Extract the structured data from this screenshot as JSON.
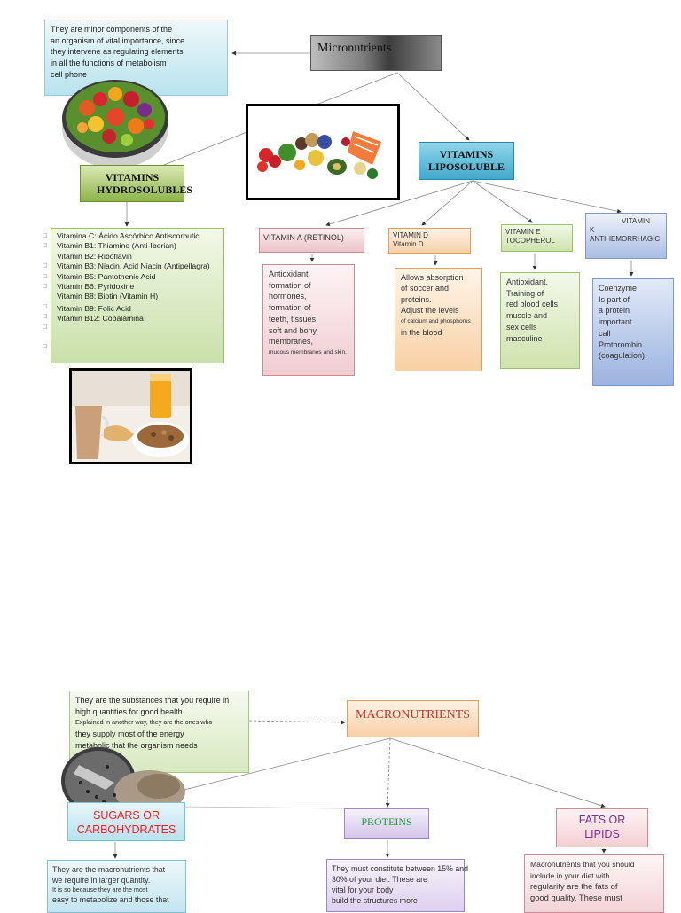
{
  "micronutrients": {
    "title": "Micronutrients",
    "intro": "They are minor components of the an organism of vital importance, since they intervene as regulating elements in all the functions of metabolism cell phone",
    "intro_lines": [
      "They are minor components of the",
      "an organism of vital importance, since",
      "they intervene as regulating elements",
      "in all the functions of metabolism",
      "cell phone"
    ],
    "hydro": {
      "title_l1": "VITAMINS",
      "title_l2": "HYDROSOLUBLES",
      "items": [
        "Vitamina C: Ácido Ascórbico Antiscorbutic",
        "Vitamin B1: Thiamine (Anti-Iberian)",
        "Vitamin B2: Riboflavin",
        "Vitamin B3: Niacin. Acid Niacin (Antipellagra)",
        "Vitamin B5: Pantothenic Acid",
        "Vitamin B6: Pyridoxine",
        "Vitamin B8: Biotin (Vitamin H)",
        "Vitamin B9: Folic Acid",
        "Vitamin B12: Cobalamina"
      ]
    },
    "lipo": {
      "title_l1": "VITAMINS",
      "title_l2": "LIPOSOLUBLE",
      "vitamin_a": {
        "header": "VITAMIN A (RETINOL)",
        "body_lines": [
          "Antioxidant,",
          "formation of",
          "hormones,",
          "formation of",
          "teeth, tissues",
          "soft and bony,",
          "membranes,"
        ],
        "body_small": "mucous membranes and skin."
      },
      "vitamin_d": {
        "header_l1": "VITAMIN D",
        "header_l2": "Vitamin D",
        "body_lines": [
          "Allows absorption",
          "of soccer and",
          "proteins.",
          "Adjust the levels"
        ],
        "body_small": "of calcium and phosphorus",
        "body_end": "in the blood"
      },
      "vitamin_e": {
        "header_l1": "VITAMIN E",
        "header_l2": "TOCOPHEROL",
        "body_lines": [
          "Antioxidant.",
          "Training of",
          "red blood cells",
          "muscle and",
          "sex cells",
          "masculine"
        ]
      },
      "vitamin_k": {
        "header_l1": "VITAMIN",
        "header_l2": "K",
        "header_l3": "ANTIHEMORRHAGIC",
        "body_lines": [
          "Coenzyme",
          "Is part of",
          "a protein",
          "important",
          "call",
          "Prothrombin",
          "(coagulation)."
        ]
      }
    }
  },
  "macronutrients": {
    "title": "MACRONUTRIENTS",
    "intro_l1": "They are the substances that you require in",
    "intro_l2": "high quantities for good health.",
    "intro_small": "Explained in another way, they are the ones who",
    "intro_l3": "they supply most of the energy",
    "intro_l4": "metabolic that the organism needs",
    "sugars": {
      "title_l1": "SUGARS OR",
      "title_l2": "CARBOHYDRATES",
      "body_l1": "They are the macronutrients that",
      "body_l2": "we require in larger quantity.",
      "body_small": "It is so because they are the most",
      "body_l3": "easy to metabolize and those that"
    },
    "proteins": {
      "title": "PROTEINS",
      "body_lines": [
        "They must constitute between 15% and",
        "30% of your diet. These are",
        "vital for your body",
        "build the structures more"
      ]
    },
    "fats": {
      "title_l1": "FATS OR",
      "title_l2": "LIPIDS",
      "body_small_l1": "Macronutrients that you should",
      "body_small_l2": "include in your diet with",
      "body_lines": [
        "regularity are the fats of",
        "good quality. These must"
      ]
    }
  },
  "colors": {
    "macro_title": "#c0392b",
    "sugars_title": "#ff1a1a",
    "proteins_title": "#1a9d3a",
    "fats_title": "#7a2e9a"
  }
}
